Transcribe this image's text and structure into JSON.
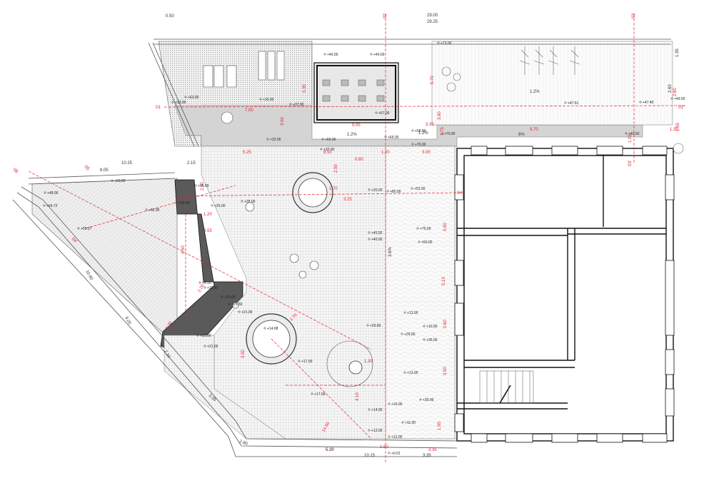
{
  "top_dims": {
    "a": "0.50",
    "b": "29.00",
    "c": "29.25"
  },
  "axis_labels": {
    "a1": "02",
    "a2": "03",
    "a3": "01",
    "a4": "01'",
    "a5": "03'",
    "a6": "04",
    "a7": "06",
    "a8": "05",
    "a9": "04'"
  },
  "red_dims": {
    "d1": "7.50",
    "d2": "3.35",
    "d3": "5.70",
    "d4": "3.50",
    "d5": "5.05",
    "d6": "3.35",
    "d7": "9.70",
    "d8": "1.35",
    "d9": "1.75",
    "d10": "1.05",
    "d11": "5.25",
    "d12": "8.50",
    "d13": "0.60",
    "d14": "1.20",
    "d15": "3.55",
    "d16": "1.70",
    "d17": "3.25",
    "d18": "2.50",
    "d19": "2.50",
    "d20": "4.50",
    "d21": "1.70",
    "d22": "3.50",
    "d23": "1.30",
    "d24": "4.10",
    "d25": "14.00",
    "d26": "5.20",
    "d27": "1.60",
    "d28": "3.35",
    "d29": "0.60",
    "d30": "3.90",
    "d31": "5.15",
    "d32": "0.60",
    "d33": "3.80",
    "d34": "1.95",
    "d35": "2.60",
    "d36": "1.55",
    "d37": "1.20",
    "d38": "3.55",
    "d39": "2.20",
    "d40": "3.30"
  },
  "black_dims": {
    "b1": "10.25",
    "b2": "8.05",
    "b3": "2.15",
    "b4": "10.60",
    "b5": "9.20",
    "b6": "2.10",
    "b7": "3.35",
    "b8": "2.80",
    "b9": "5.20",
    "b10": "10.15",
    "b11": "3.35",
    "b12": "1.35",
    "b13": "2.60"
  },
  "slopes": {
    "s1": "1.2%",
    "s2": "1.2%",
    "s3": "6%",
    "s4": "1.2%",
    "s5": "3.6%"
  },
  "levels": {
    "l1": "+73.00",
    "l2": "+40.00",
    "l3": "+40.00",
    "l4": "+63.00",
    "l5": "+15.00",
    "l6": "+37.00",
    "l7": "+33.00",
    "l8": "+67.00",
    "l9": "+32.00",
    "l10": "+60.00",
    "l11": "+65.00",
    "l12": "+70.00",
    "l13": "+76.00",
    "l14": "+32.00",
    "l15": "+47.61",
    "l16": "+47.40",
    "l17": "+49.00",
    "l18": "+40.50",
    "l19": "+58.00",
    "l20": "+75.00",
    "l21": "+80.00",
    "l22": "+52.00",
    "l23": "+30.00",
    "l24": "+28.00",
    "l25": "+20.00",
    "l26": "+25.00",
    "l27": "+64.72",
    "l28": "+59.27",
    "l29": "+48.00",
    "l30": "+60.00",
    "l31": "+62.00",
    "l32": "+45.50",
    "l33": "+40.00",
    "l34": "+75.00",
    "l35": "+50.00",
    "l36": "+13.00",
    "l37": "+10.00",
    "l38": "+29.00",
    "l39": "+35.00",
    "l40": "+13.00",
    "l41": "+35.00",
    "l42": "+14.00",
    "l43": "+16.00",
    "l44": "+11.00",
    "l45": "+12.00",
    "l46": "+12.00",
    "l47": "+0.01",
    "l48": "+17.00",
    "l49": "+17.00",
    "l50": "+22.00",
    "l51": "+21.00",
    "l52": "+11.00",
    "l53": "+14.08",
    "l54": "+20.00",
    "l55": "+21.00",
    "l56": "+5.10",
    "l57": "+25.50",
    "l58": "+26.83"
  },
  "colors": {
    "dim": "#e1252f",
    "wall": "#111111",
    "dark_fill": "#555555",
    "light_fill": "#d9d9d9"
  }
}
